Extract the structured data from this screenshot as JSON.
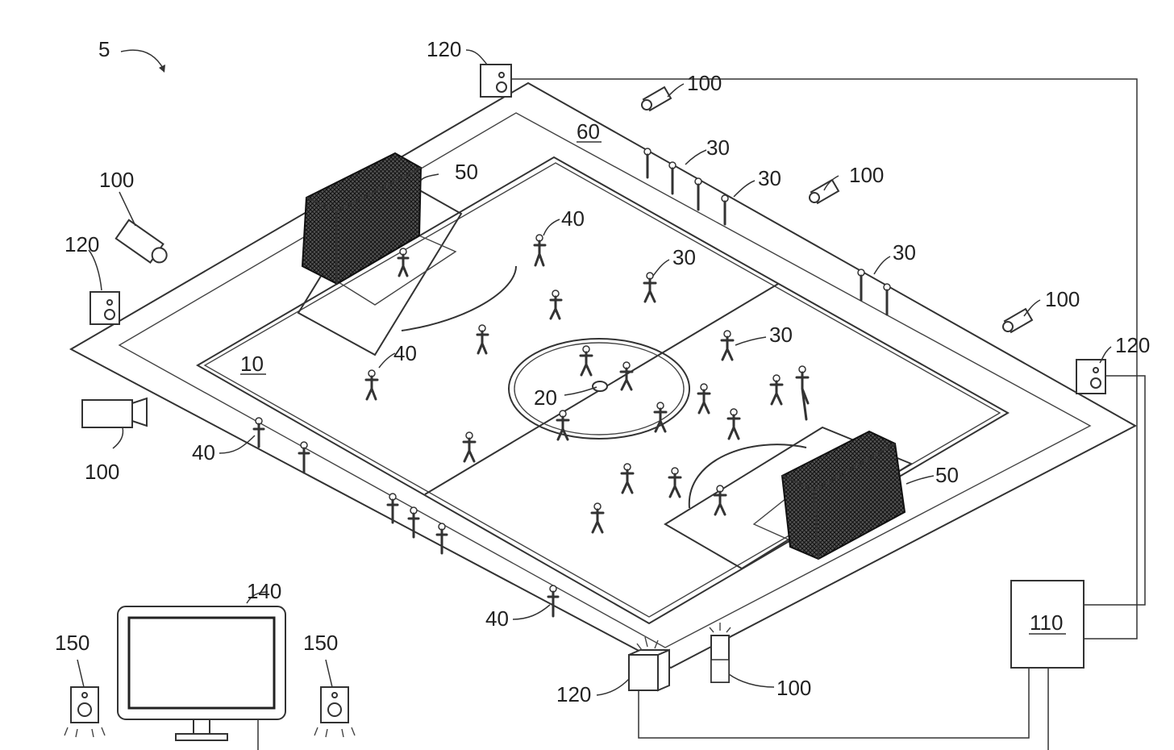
{
  "figure_ref": "5",
  "labels": {
    "field": "10",
    "ball": "20",
    "player": "30",
    "official": "40",
    "goal": "50",
    "stands": "60",
    "camera": "100",
    "processor": "110",
    "speaker": "120",
    "display": "140",
    "audio": "150"
  }
}
